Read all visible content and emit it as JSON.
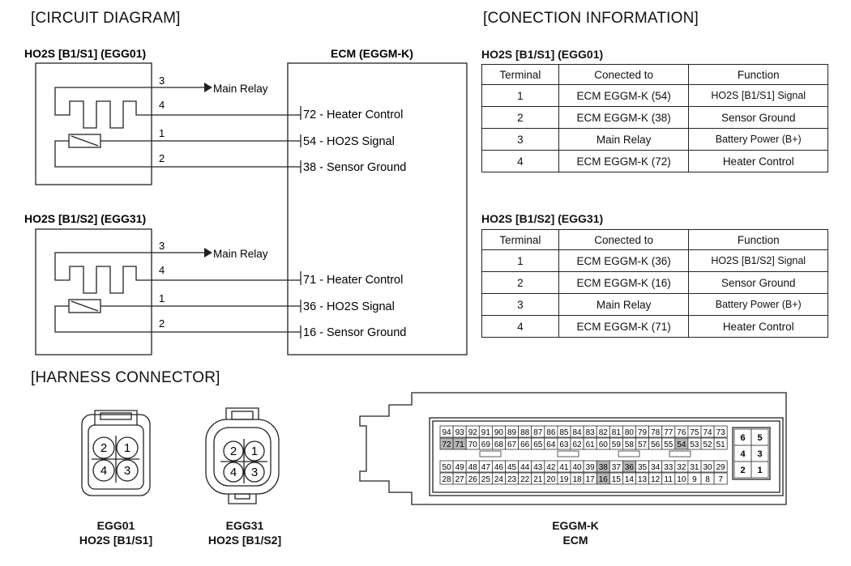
{
  "titles": {
    "circuit": "[CIRCUIT DIAGRAM]",
    "connection": "[CONECTION INFORMATION]",
    "harness": "[HARNESS CONNECTOR]"
  },
  "circuit": {
    "sensor1_title": "HO2S [B1/S1] (EGG01)",
    "sensor2_title": "HO2S [B1/S2] (EGG31)",
    "ecm_title": "ECM (EGGM-K)",
    "main_relay": "Main Relay",
    "sensor1_pins": [
      "3",
      "4",
      "1",
      "2"
    ],
    "sensor2_pins": [
      "3",
      "4",
      "1",
      "2"
    ],
    "ecm1": [
      "72 - Heater Control",
      "54 - HO2S Signal",
      "38 - Sensor Ground"
    ],
    "ecm2": [
      "71 - Heater Control",
      "36 - HO2S Signal",
      "16 - Sensor Ground"
    ]
  },
  "table1": {
    "title": "HO2S [B1/S1] (EGG01)",
    "headers": [
      "Terminal",
      "Conected to",
      "Function"
    ],
    "rows": [
      [
        "1",
        "ECM EGGM-K (54)",
        "HO2S [B1/S1] Signal"
      ],
      [
        "2",
        "ECM EGGM-K (38)",
        "Sensor Ground"
      ],
      [
        "3",
        "Main Relay",
        "Battery Power (B+)"
      ],
      [
        "4",
        "ECM EGGM-K (72)",
        "Heater Control"
      ]
    ]
  },
  "table2": {
    "title": "HO2S [B1/S2] (EGG31)",
    "headers": [
      "Terminal",
      "Conected to",
      "Function"
    ],
    "rows": [
      [
        "1",
        "ECM EGGM-K (36)",
        "HO2S [B1/S2] Signal"
      ],
      [
        "2",
        "ECM EGGM-K (16)",
        "Sensor Ground"
      ],
      [
        "3",
        "Main Relay",
        "Battery Power (B+)"
      ],
      [
        "4",
        "ECM EGGM-K (71)",
        "Heater Control"
      ]
    ]
  },
  "connectors": {
    "egg01_pins": [
      "2",
      "1",
      "4",
      "3"
    ],
    "egg01_label1": "EGG01",
    "egg01_label2": "HO2S [B1/S1]",
    "egg31_pins": [
      "2",
      "1",
      "4",
      "3"
    ],
    "egg31_label1": "EGG31",
    "egg31_label2": "HO2S [B1/S2]",
    "ecm_label1": "EGGM-K",
    "ecm_label2": "ECM",
    "ecm_row1": [
      "94",
      "93",
      "92",
      "91",
      "90",
      "89",
      "88",
      "87",
      "86",
      "85",
      "84",
      "83",
      "82",
      "81",
      "80",
      "79",
      "78",
      "77",
      "76",
      "75",
      "74",
      "73"
    ],
    "ecm_row2": [
      "72",
      "71",
      "70",
      "69",
      "68",
      "67",
      "66",
      "65",
      "64",
      "63",
      "62",
      "61",
      "60",
      "59",
      "58",
      "57",
      "56",
      "55",
      "54",
      "53",
      "52",
      "51"
    ],
    "ecm_row3": [
      "50",
      "49",
      "48",
      "47",
      "46",
      "45",
      "44",
      "43",
      "42",
      "41",
      "40",
      "39",
      "38",
      "37",
      "36",
      "35",
      "34",
      "33",
      "32",
      "31",
      "30",
      "29"
    ],
    "ecm_row4": [
      "28",
      "27",
      "26",
      "25",
      "24",
      "23",
      "22",
      "21",
      "20",
      "19",
      "18",
      "17",
      "16",
      "15",
      "14",
      "13",
      "12",
      "11",
      "10",
      "9",
      "8",
      "7"
    ],
    "ecm_small": [
      "6",
      "5",
      "4",
      "3",
      "2",
      "1"
    ],
    "highlighted": [
      "72",
      "71",
      "54",
      "38",
      "36",
      "16"
    ]
  }
}
